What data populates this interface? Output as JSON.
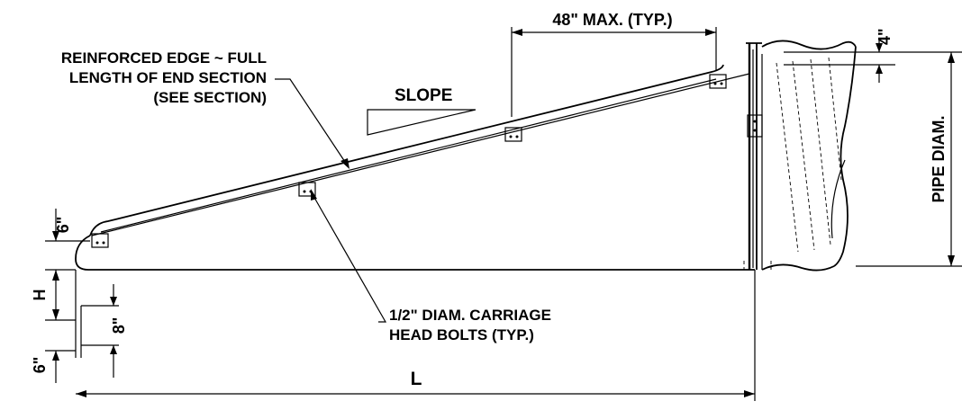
{
  "labels": {
    "reinforced_line1": "REINFORCED EDGE ~ FULL",
    "reinforced_line2": "LENGTH OF END SECTION",
    "reinforced_line3": "(SEE SECTION)",
    "slope": "SLOPE",
    "bolts_line1": "1/2\" DIAM. CARRIAGE",
    "bolts_line2": "HEAD BOLTS (TYP.)",
    "max_spacing": "48\" MAX. (TYP.)",
    "pipe_diam": "PIPE DIAM.",
    "dim_4": "4\"",
    "dim_6_top": "6\"",
    "dim_h": "H",
    "dim_8": "8\"",
    "dim_6_bottom": "6\"",
    "dim_l": "L"
  }
}
